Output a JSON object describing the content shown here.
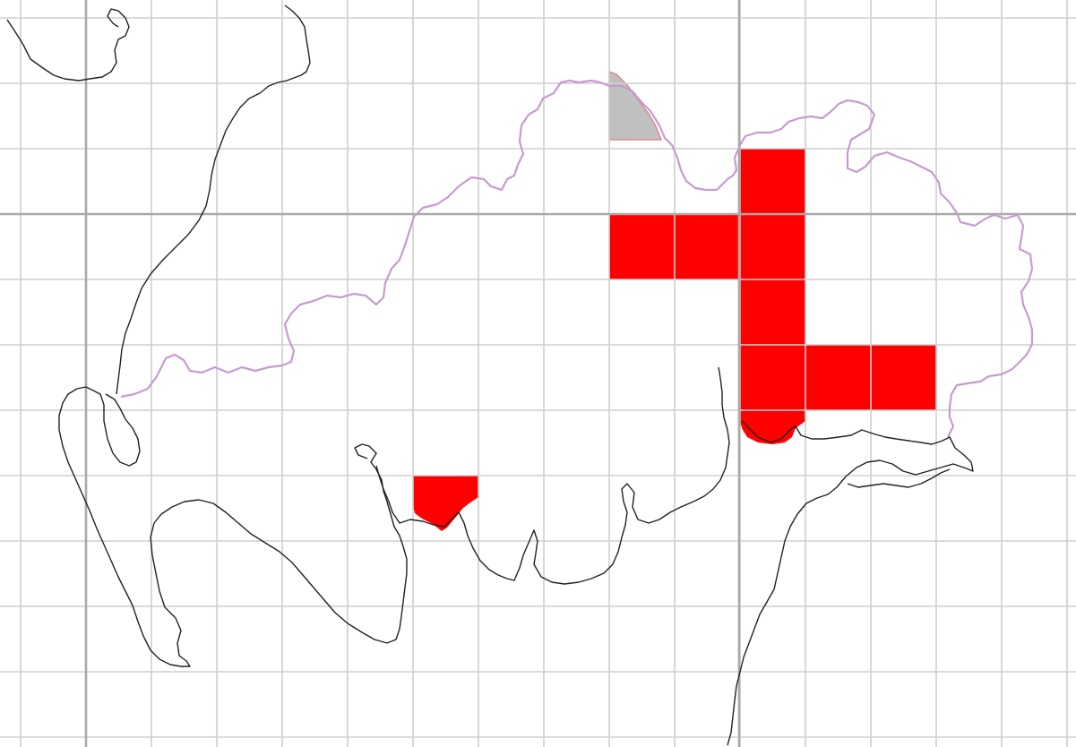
{
  "map": {
    "type": "distribution-grid-map",
    "grid_lines": "on",
    "colors": {
      "background": "#ffffff",
      "grid_minor": "#cfcfcf",
      "grid_major": "#a9a9a9",
      "coastline": "#222222",
      "boundary": "#c79bd0",
      "record_present": "#ff0000",
      "record_historic": "#c0c0c0"
    },
    "record_squares": [
      {
        "col": 11,
        "row": 2,
        "status": "present"
      },
      {
        "col": 9,
        "row": 3,
        "status": "present"
      },
      {
        "col": 10,
        "row": 3,
        "status": "present"
      },
      {
        "col": 11,
        "row": 3,
        "status": "present"
      },
      {
        "col": 11,
        "row": 4,
        "status": "present"
      },
      {
        "col": 11,
        "row": 5,
        "status": "present"
      },
      {
        "col": 12,
        "row": 5,
        "status": "present"
      },
      {
        "col": 13,
        "row": 5,
        "status": "present"
      },
      {
        "col": 11,
        "row": 6,
        "status": "present-coastal"
      },
      {
        "col": 6,
        "row": 7,
        "status": "present-coastal"
      },
      {
        "col": 9,
        "row": 1,
        "status": "historic-coastal"
      }
    ]
  }
}
